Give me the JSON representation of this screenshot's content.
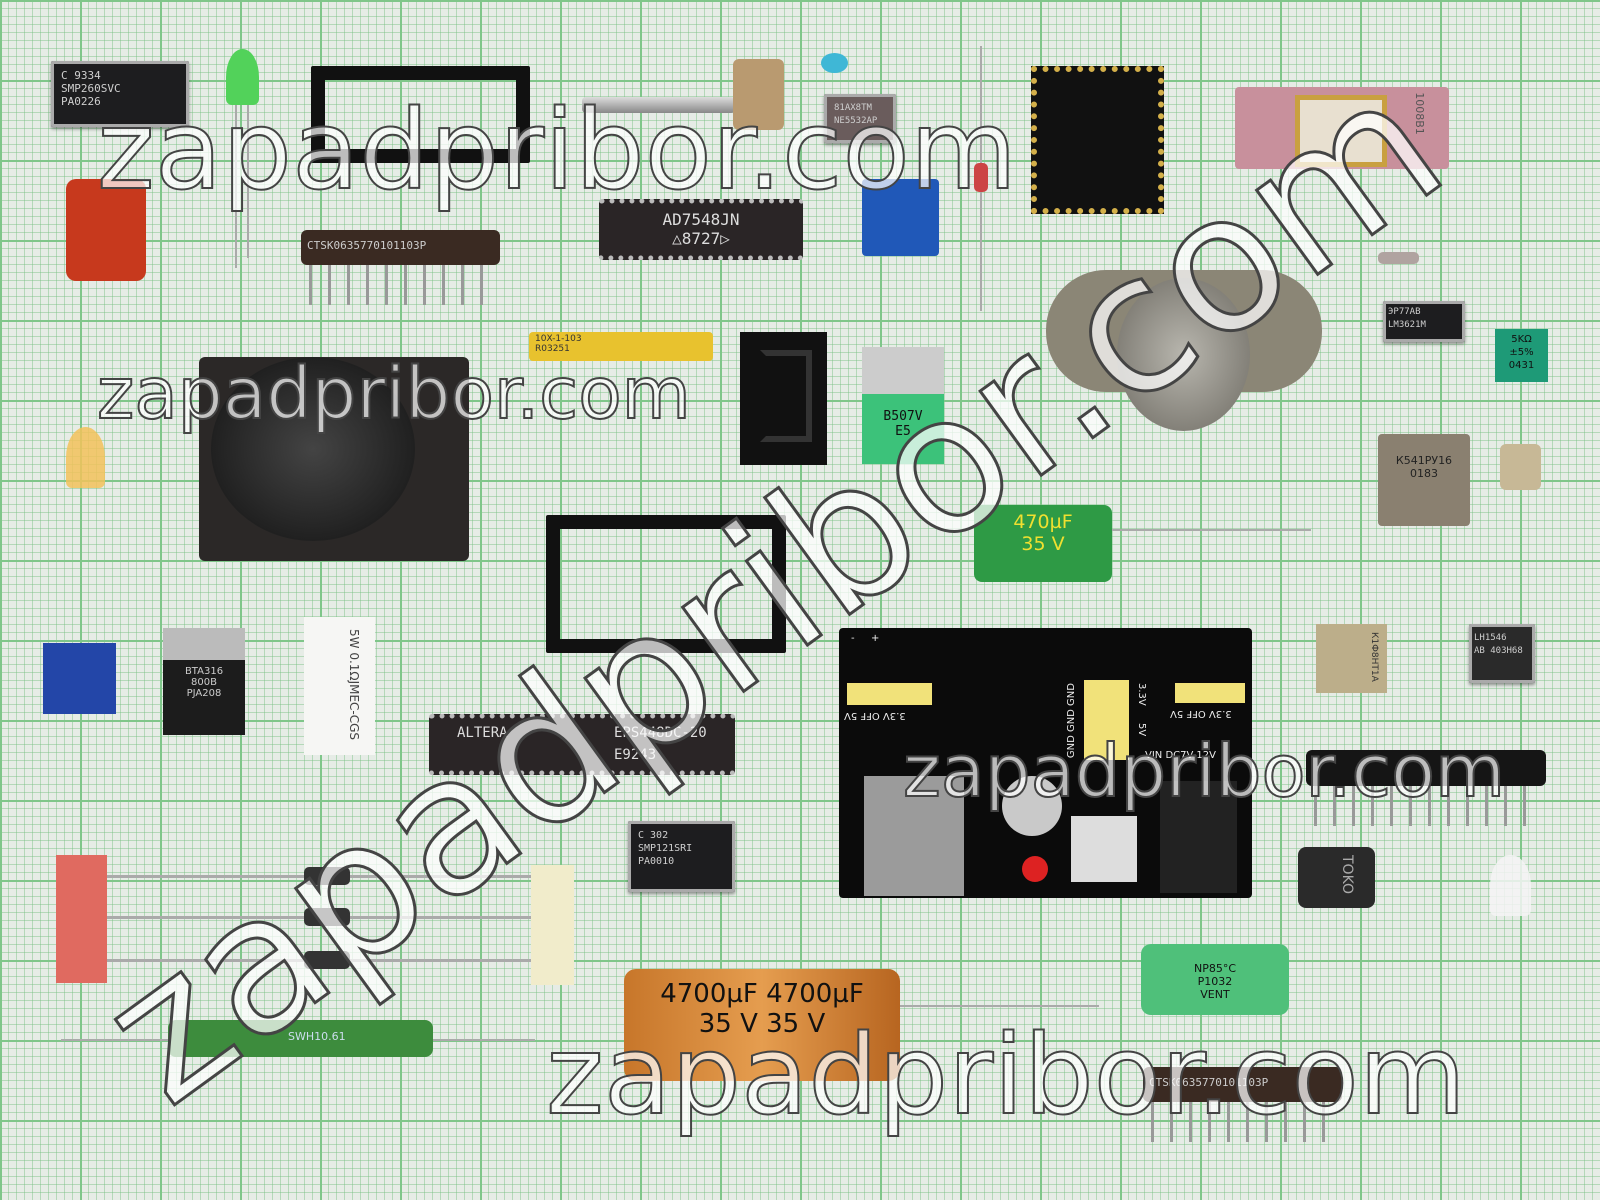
{
  "watermark": "zapadpribor.com",
  "components": {
    "soic1": [
      "C 9334",
      "SMP260SVC",
      "PA0226"
    ],
    "soic2": [
      "81AX8TM",
      "NE5532AP"
    ],
    "hybrid": "1008B1",
    "res_array_top": "CTSK0635770101103P",
    "ad7548": [
      "AD7548JN",
      "△8727▷"
    ],
    "soic3": [
      "ЭР77АВ",
      "LM3621M"
    ],
    "trimmer_green": [
      "5KΩ",
      "±5%",
      "0431"
    ],
    "res_array_yellow": [
      "10X-1-103",
      "R03251"
    ],
    "to220": [
      "B507V",
      "E5"
    ],
    "metal_can": [
      "К541РУ16",
      "0183"
    ],
    "electrolytic": [
      "470µF",
      "35 V"
    ],
    "bta": [
      "BTA316",
      "800B",
      "PJA208"
    ],
    "power_res": [
      "5W 0.1ΩJ",
      "MEC-CGS"
    ],
    "flatpack": "К1Ф8НТ1А",
    "soic4": [
      "LH1546",
      "AB 403H68"
    ],
    "altera": [
      "ALTERA",
      "EPS448DC-20",
      "E9243"
    ],
    "soic5": [
      "C 302",
      "SMP121SRI",
      "PA0010"
    ],
    "board": {
      "jumper_left": "3.3V OFF 5V",
      "jumper_right": "3.3V OFF 5V",
      "header": "GND GND GND",
      "v33": "3.3V",
      "v5": "5V",
      "vin": "VIN DC7V-12V",
      "minus": "-",
      "plus": "+"
    },
    "inductor": "TOKO",
    "np_cap": [
      "NP85°C",
      "P1032",
      "VENT"
    ],
    "big_cap": [
      "4700µF 4700µF",
      "35 V 35 V"
    ],
    "wirewound": "SWH10.61",
    "res_array_bottom": "CTSK0635770101103P"
  },
  "colors": {
    "grid": "#7fc68a",
    "paper": "#e6ece6"
  }
}
